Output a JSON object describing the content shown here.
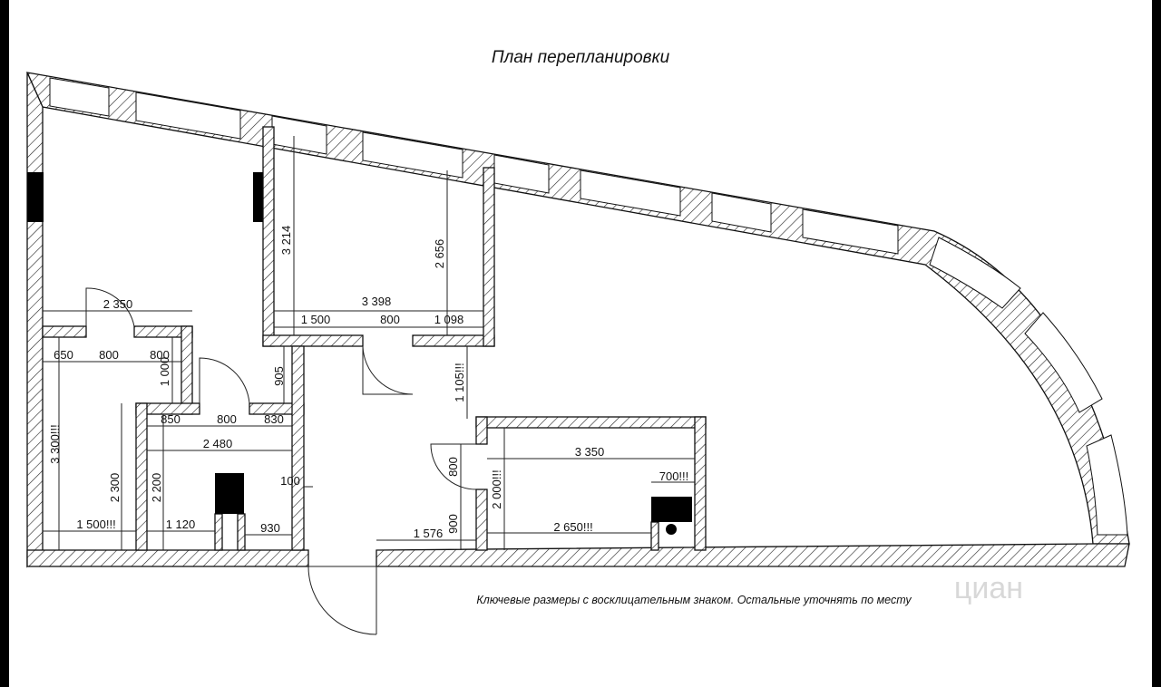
{
  "title": "План перепланировки",
  "note": "Ключевые размеры с восклицательным знаком. Остальные уточнять по месту",
  "watermark": "циан",
  "dimensions": {
    "living_width": "2 350",
    "room_width": "3 398",
    "room_seg1": "1 500",
    "room_door": "800",
    "room_seg2": "1 098",
    "room_height_left": "3 214",
    "room_height_right": "2 656",
    "bath1_seg1": "650",
    "bath1_door": "800",
    "bath1_seg2": "800",
    "bath1_depth": "1 000",
    "corridor_905": "905",
    "corridor_1105": "1 105!!!",
    "bath2_seg1": "850",
    "bath2_door": "800",
    "bath2_seg2": "830",
    "bath2_width": "2 480",
    "left_height": "3 300!!!",
    "height_2300": "2 300",
    "height_2200": "2 200",
    "offset_100": "100",
    "bottom_1500": "1 500!!!",
    "bottom_1120": "1 120",
    "bottom_930": "930",
    "kitchen_door": "800",
    "kitchen_900": "900",
    "hall_1576": "1 576",
    "kitchen_height": "2 000!!!",
    "kitchen_width": "3 350",
    "kitchen_700": "700!!!",
    "kitchen_2650": "2 650!!!"
  }
}
